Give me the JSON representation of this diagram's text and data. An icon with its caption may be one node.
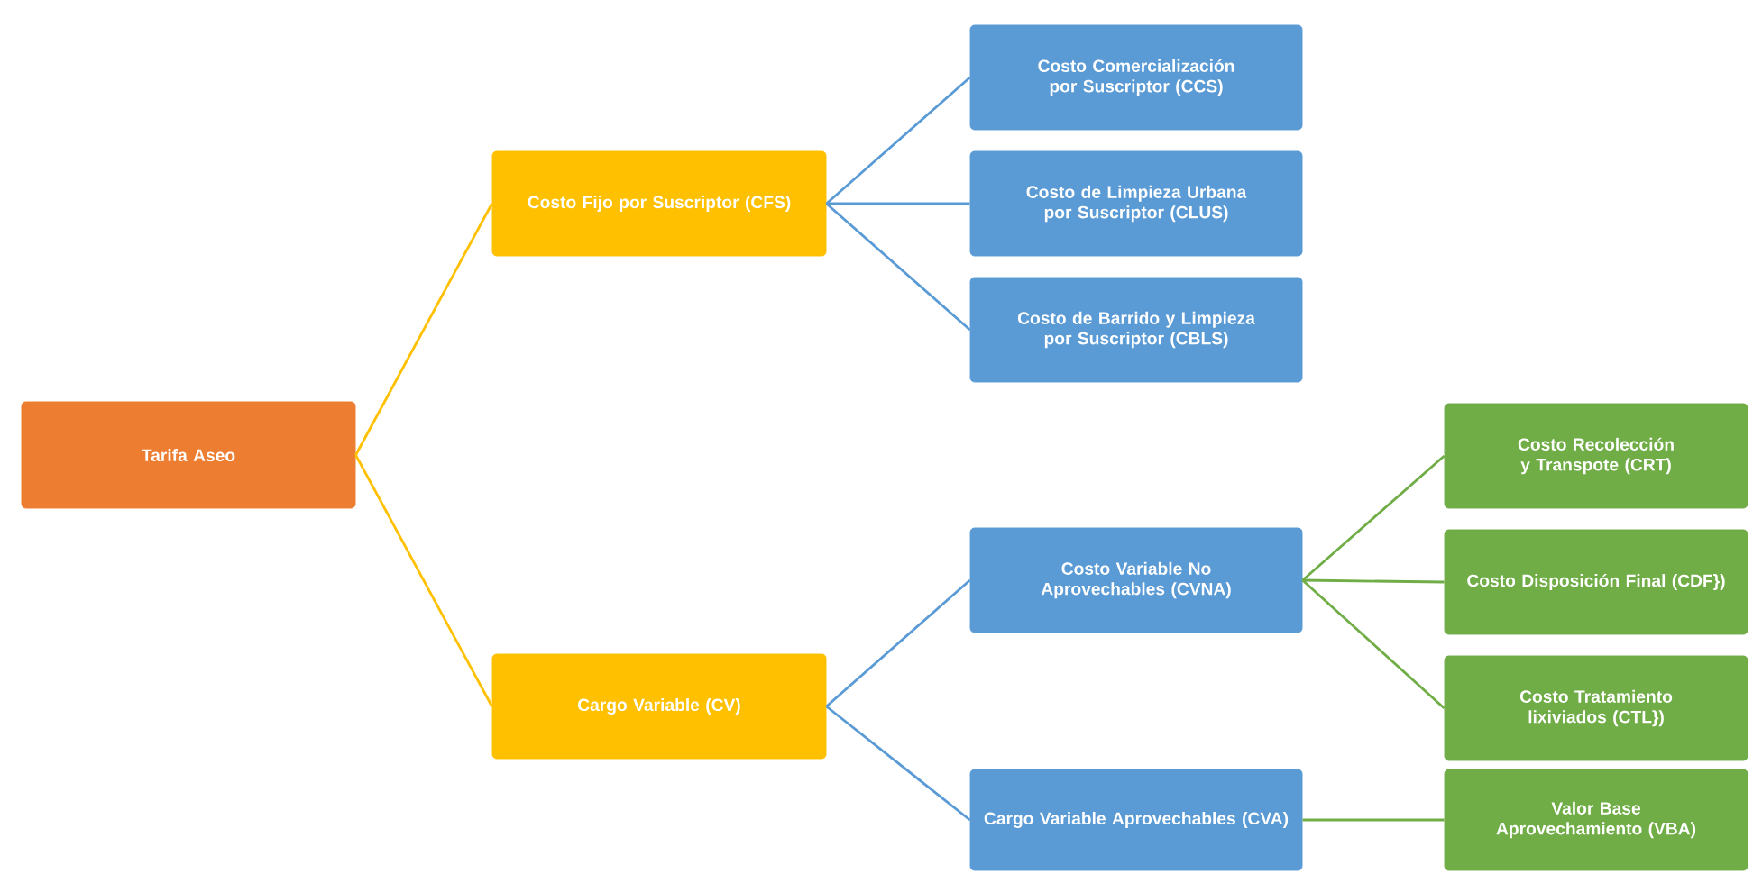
{
  "diagram": {
    "nodes": [
      {
        "text": [
          "Tarifa Aseo"
        ]
      },
      {
        "text": [
          "Costo Fijo por Suscriptor (CFS)"
        ]
      },
      {
        "text": [
          "Cargo Variable (CV)"
        ]
      },
      {
        "text": [
          "Costo Comercialización por Suscriptor (CCS)"
        ]
      },
      {
        "text": [
          "Costo de Limpieza Urbana por Suscriptor  (CLUS)"
        ]
      },
      {
        "text": [
          "Costo de Barrido y Limpieza por Suscriptor (CBLS)"
        ]
      },
      {
        "text": [
          "Costo Variable No Aprovechables (CVNA)"
        ]
      },
      {
        "text": [
          "Cargo Variable Aprovechables (CVA)"
        ]
      },
      {
        "text": [
          "Costo Recolección y Transpote (CRT)"
        ]
      },
      {
        "text": [
          "Costo Disposición Final (CDF})"
        ]
      },
      {
        "text": [
          "Costo Tratamiento lixiviados (CTL})"
        ]
      },
      {
        "text": [
          "Valor Base Aprovechamiento (VBA)"
        ]
      }
    ],
    "edges": [
      {
        "from": 0,
        "to": 1,
        "arrow": "none",
        "color": "#ffc000"
      },
      {
        "from": 0,
        "to": 2,
        "arrow": "none",
        "color": "#ffc000"
      },
      {
        "from": 1,
        "to": 3,
        "arrow": "none"
      },
      {
        "from": 1,
        "to": 4,
        "arrow": "none"
      },
      {
        "from": 1,
        "to": 5,
        "arrow": "none"
      },
      {
        "from": 2,
        "to": 6,
        "arrow": "none"
      },
      {
        "from": 2,
        "to": 7,
        "arrow": "none"
      },
      {
        "from": 6,
        "to": 8,
        "arrow": "none",
        "color": "#70ad47"
      },
      {
        "from": 6,
        "to": 9,
        "arrow": "none",
        "color": "#70ad47"
      },
      {
        "from": 6,
        "to": 10,
        "arrow": "none",
        "color": "#70ad47"
      },
      {
        "from": 7,
        "to": 11,
        "arrow": "none",
        "color": "#70ad47"
      }
    ]
  }
}
